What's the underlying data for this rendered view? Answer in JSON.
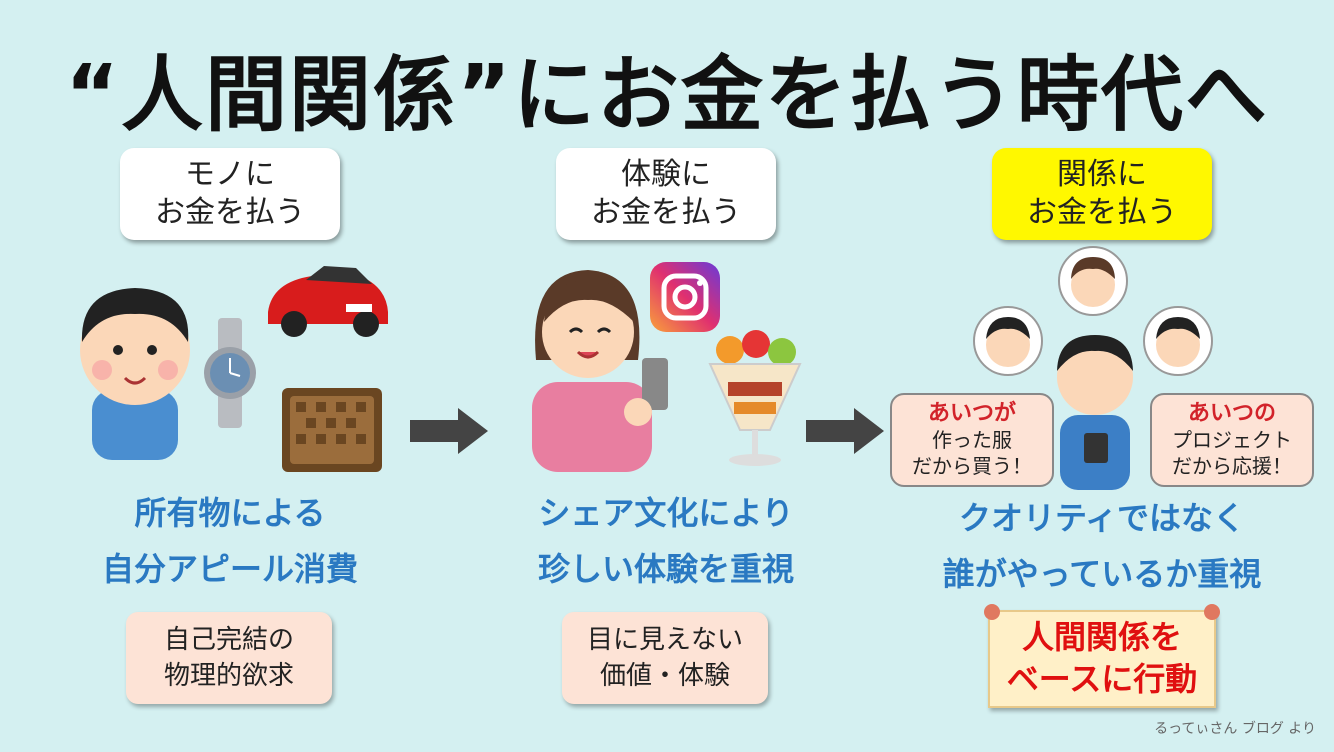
{
  "title": "“人間関係”にお金を払う時代へ",
  "columns": [
    {
      "label": [
        "モノに",
        "お金を払う"
      ],
      "desc": [
        "所有物による",
        "自分アピール消費"
      ],
      "sub": [
        "自己完結の",
        "物理的欲求"
      ]
    },
    {
      "label": [
        "体験に",
        "お金を払う"
      ],
      "desc": [
        "シェア文化により",
        "珍しい体験を重視"
      ],
      "sub": [
        "目に見えない",
        "価値・体験"
      ]
    },
    {
      "label": [
        "関係に",
        "お金を払う"
      ],
      "desc": [
        "クオリティではなく",
        "誰がやっているか重視"
      ],
      "banner": [
        "人間関係を",
        "ベースに行動"
      ]
    }
  ],
  "bubbles": [
    {
      "red": "あいつが",
      "lines": [
        "作った服",
        "だから買う！"
      ]
    },
    {
      "red": "あいつの",
      "lines": [
        "プロジェクト",
        "だから応援！"
      ]
    }
  ],
  "credit": "るってぃさん ブログ より",
  "colors": {
    "background": "#d4f0f1",
    "desc_blue": "#2a79c2",
    "highlight_yellow": "#fff800",
    "banner_red": "#e01010"
  }
}
